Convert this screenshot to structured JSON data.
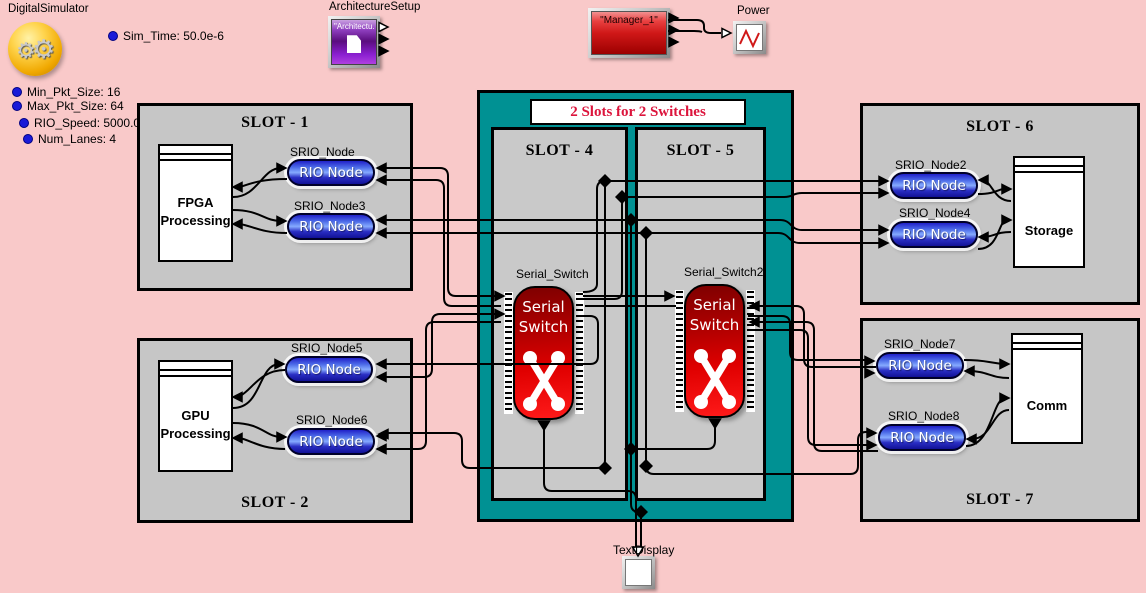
{
  "header": {
    "app_label": "DigitalSimulator",
    "sim_time": "Sim_Time: 50.0e-6",
    "params": [
      "Min_Pkt_Size: 16",
      "Max_Pkt_Size: 64",
      "RIO_Speed: 5000.0",
      "Num_Lanes: 4"
    ]
  },
  "blocks": {
    "architecture_setup": {
      "label": "ArchitectureSetup",
      "inner_text": "\"Architectu..."
    },
    "manager": {
      "inner_text": "\"Manager_1\""
    },
    "power": {
      "label": "Power"
    },
    "text_display": {
      "label": "TextDisplay"
    }
  },
  "container": {
    "banner": "2 Slots for 2 Switches",
    "slot4_title": "SLOT - 4",
    "slot5_title": "SLOT - 5",
    "switch1": {
      "label": "Serial_Switch",
      "line1": "Serial",
      "line2": "Switch"
    },
    "switch2": {
      "label": "Serial_Switch2",
      "line1": "Serial",
      "line2": "Switch"
    }
  },
  "slots": {
    "slot1": {
      "title": "SLOT - 1",
      "proc_line1": "FPGA",
      "proc_line2": "Processing",
      "node_top": {
        "name": "SRIO_Node",
        "text": "RIO Node"
      },
      "node_bottom": {
        "name": "SRIO_Node3",
        "text": "RIO Node"
      }
    },
    "slot2": {
      "title": "SLOT - 2",
      "proc_line1": "GPU",
      "proc_line2": "Processing",
      "node_top": {
        "name": "SRIO_Node5",
        "text": "RIO Node"
      },
      "node_bottom": {
        "name": "SRIO_Node6",
        "text": "RIO Node"
      }
    },
    "slot6": {
      "title": "SLOT - 6",
      "proc_line1": "Storage",
      "proc_line2": "",
      "node_top": {
        "name": "SRIO_Node2",
        "text": "RIO Node"
      },
      "node_bottom": {
        "name": "SRIO_Node4",
        "text": "RIO Node"
      }
    },
    "slot7": {
      "title": "SLOT - 7",
      "proc_line1": "Comm",
      "proc_line2": "",
      "node_top": {
        "name": "SRIO_Node7",
        "text": "RIO Node"
      },
      "node_bottom": {
        "name": "SRIO_Node8",
        "text": "RIO Node"
      }
    }
  },
  "colors": {
    "background": "#F9C9C9",
    "teal": "#009193",
    "slot_gray": "#C6C6C6",
    "switch_red": "#D40000",
    "node_blue": "#2B2BD5",
    "banner_text": "#DC143C",
    "wire": "#000000",
    "param_dot": "#1A1AD8"
  }
}
